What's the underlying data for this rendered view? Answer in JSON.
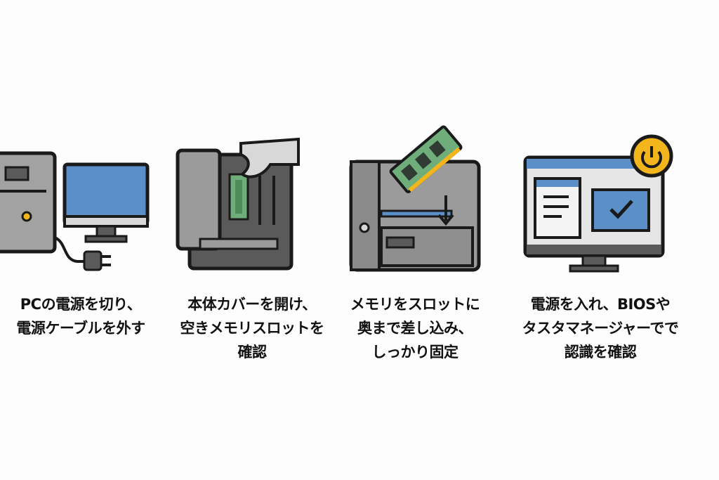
{
  "colors": {
    "outline": "#1a1a1a",
    "body": "#9b9b9b",
    "dark": "#5a5a5a",
    "screen": "#5b8fc7",
    "ram": "#6fae7b",
    "power": "#f2b51c"
  },
  "steps": [
    {
      "icon": "pc-unplug-icon",
      "lines": [
        "PCの電源を切り、",
        "電源ケーブルを外す"
      ]
    },
    {
      "icon": "open-case-icon",
      "lines": [
        "本体カバーを開け、",
        "空きメモリスロットを",
        "確認"
      ]
    },
    {
      "icon": "insert-memory-icon",
      "lines": [
        "メモリをスロットに",
        "奥まで差し込み、",
        "しっかり固定"
      ]
    },
    {
      "icon": "monitor-check-icon",
      "lines": [
        "電源を入れ、BIOSや",
        "タスタマネージャーでで",
        "認識を確認"
      ]
    }
  ]
}
